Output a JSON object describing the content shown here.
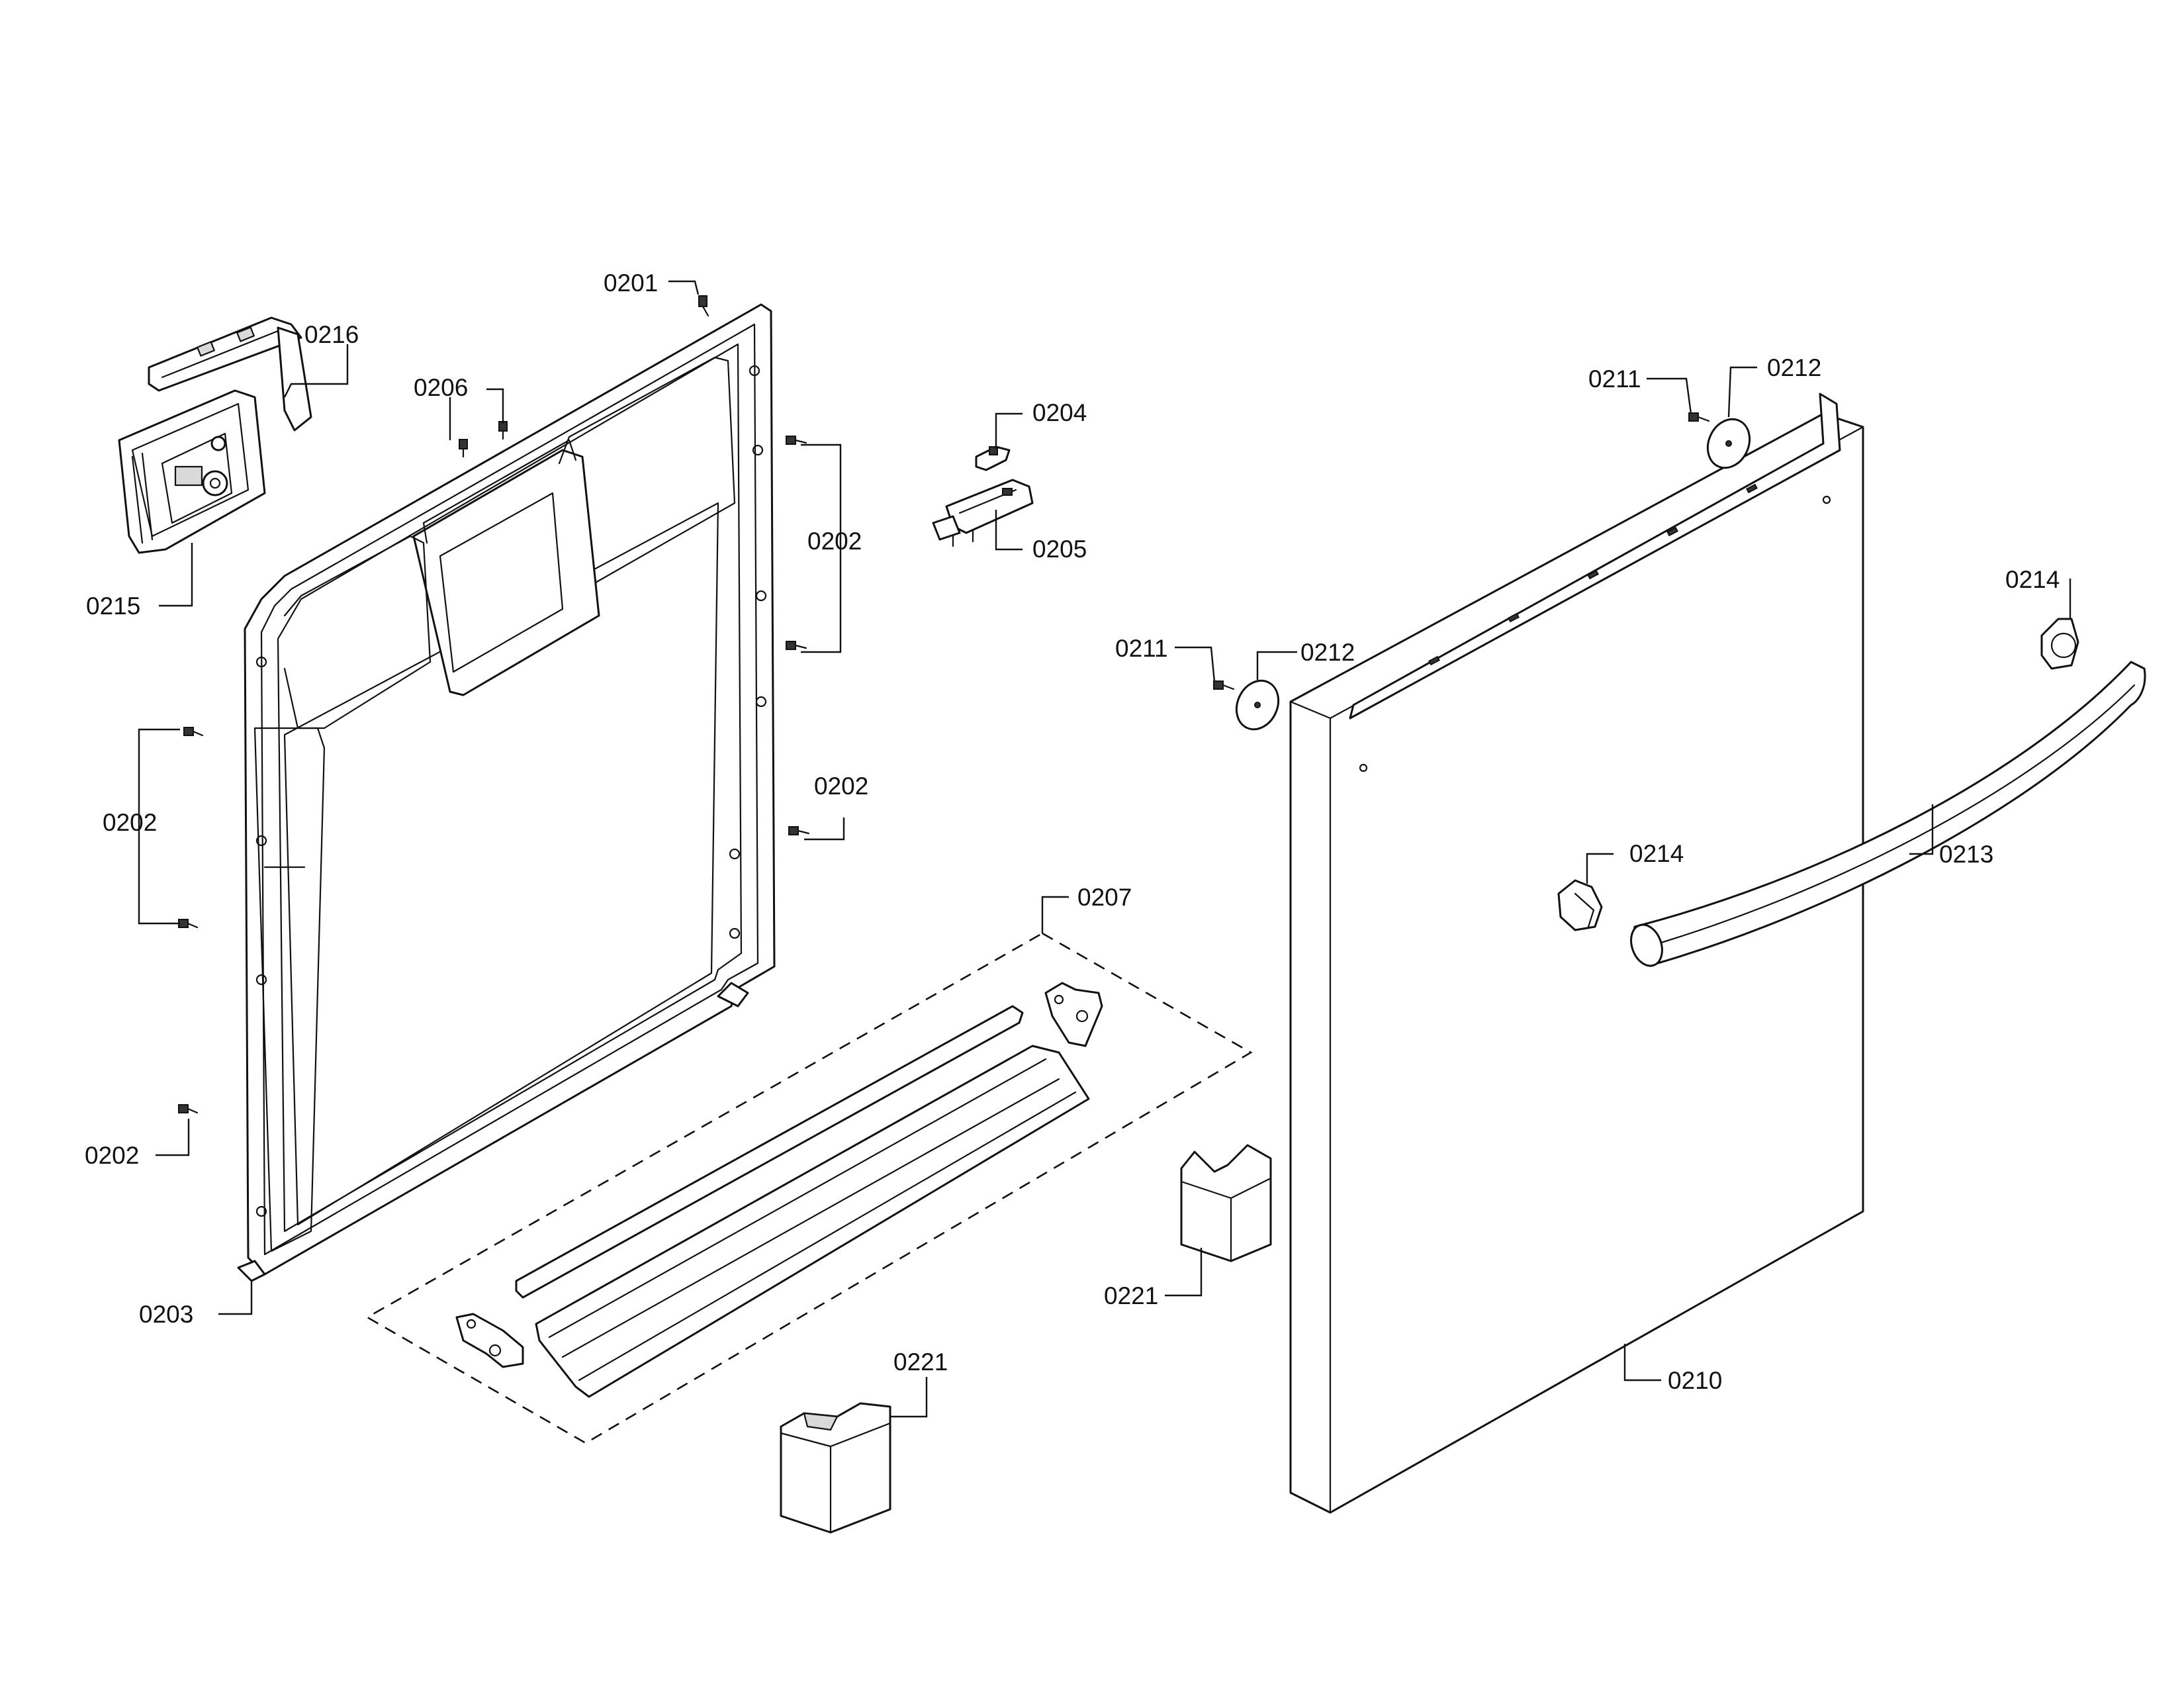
{
  "callouts": {
    "c0201": "0201",
    "c0216": "0216",
    "c0206": "0206",
    "c0204": "0204",
    "c0205": "0205",
    "c0202_top": "0202",
    "c0215": "0215",
    "c0202_left": "0202",
    "c0202_mid": "0202",
    "c0202_bottom": "0202",
    "c0207": "0207",
    "c0203": "0203",
    "c0221_bottom": "0221",
    "c0211_top": "0211",
    "c0212_top": "0212",
    "c0214_top": "0214",
    "c0211_mid": "0211",
    "c0212_mid": "0212",
    "c0214_mid": "0214",
    "c0213": "0213",
    "c0221_right": "0221",
    "c0210": "0210"
  },
  "colors": {
    "ink": "#111111",
    "background": "#ffffff",
    "shade": "#d9d9d9"
  }
}
